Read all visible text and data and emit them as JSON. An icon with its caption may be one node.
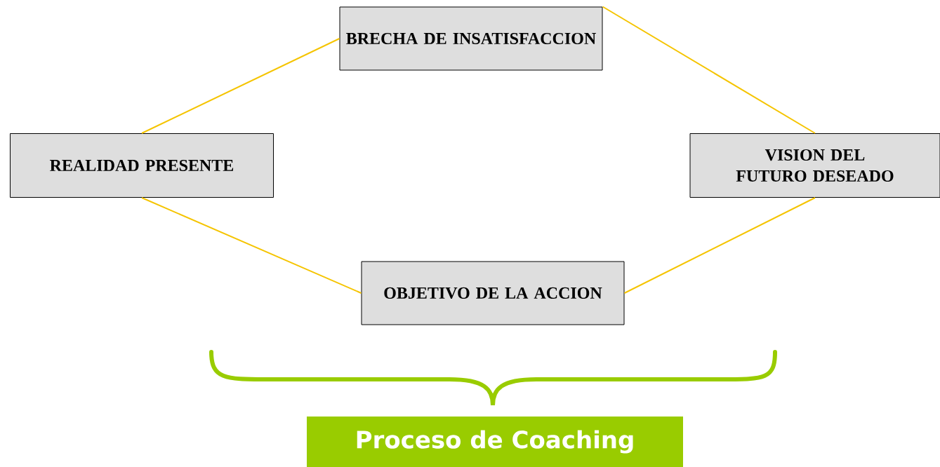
{
  "diagram": {
    "nodes": [
      {
        "text": [
          "BRECHA DE INSATISFACCION"
        ]
      },
      {
        "text": [
          "REALIDAD PRESENTE"
        ]
      },
      {
        "text": [
          "VISION DEL FUTURO DESEADO"
        ]
      },
      {
        "text": [
          "OBJETIVO DE LA ACCION"
        ]
      },
      {
        "text": [
          "Proceso de Coaching"
        ]
      }
    ],
    "edges": [
      {
        "from": 1,
        "to": 0,
        "arrow": "none"
      },
      {
        "from": 0,
        "to": 2,
        "arrow": "none"
      },
      {
        "from": 1,
        "to": 3,
        "arrow": "none"
      },
      {
        "from": 2,
        "to": 3,
        "arrow": "none"
      }
    ]
  }
}
